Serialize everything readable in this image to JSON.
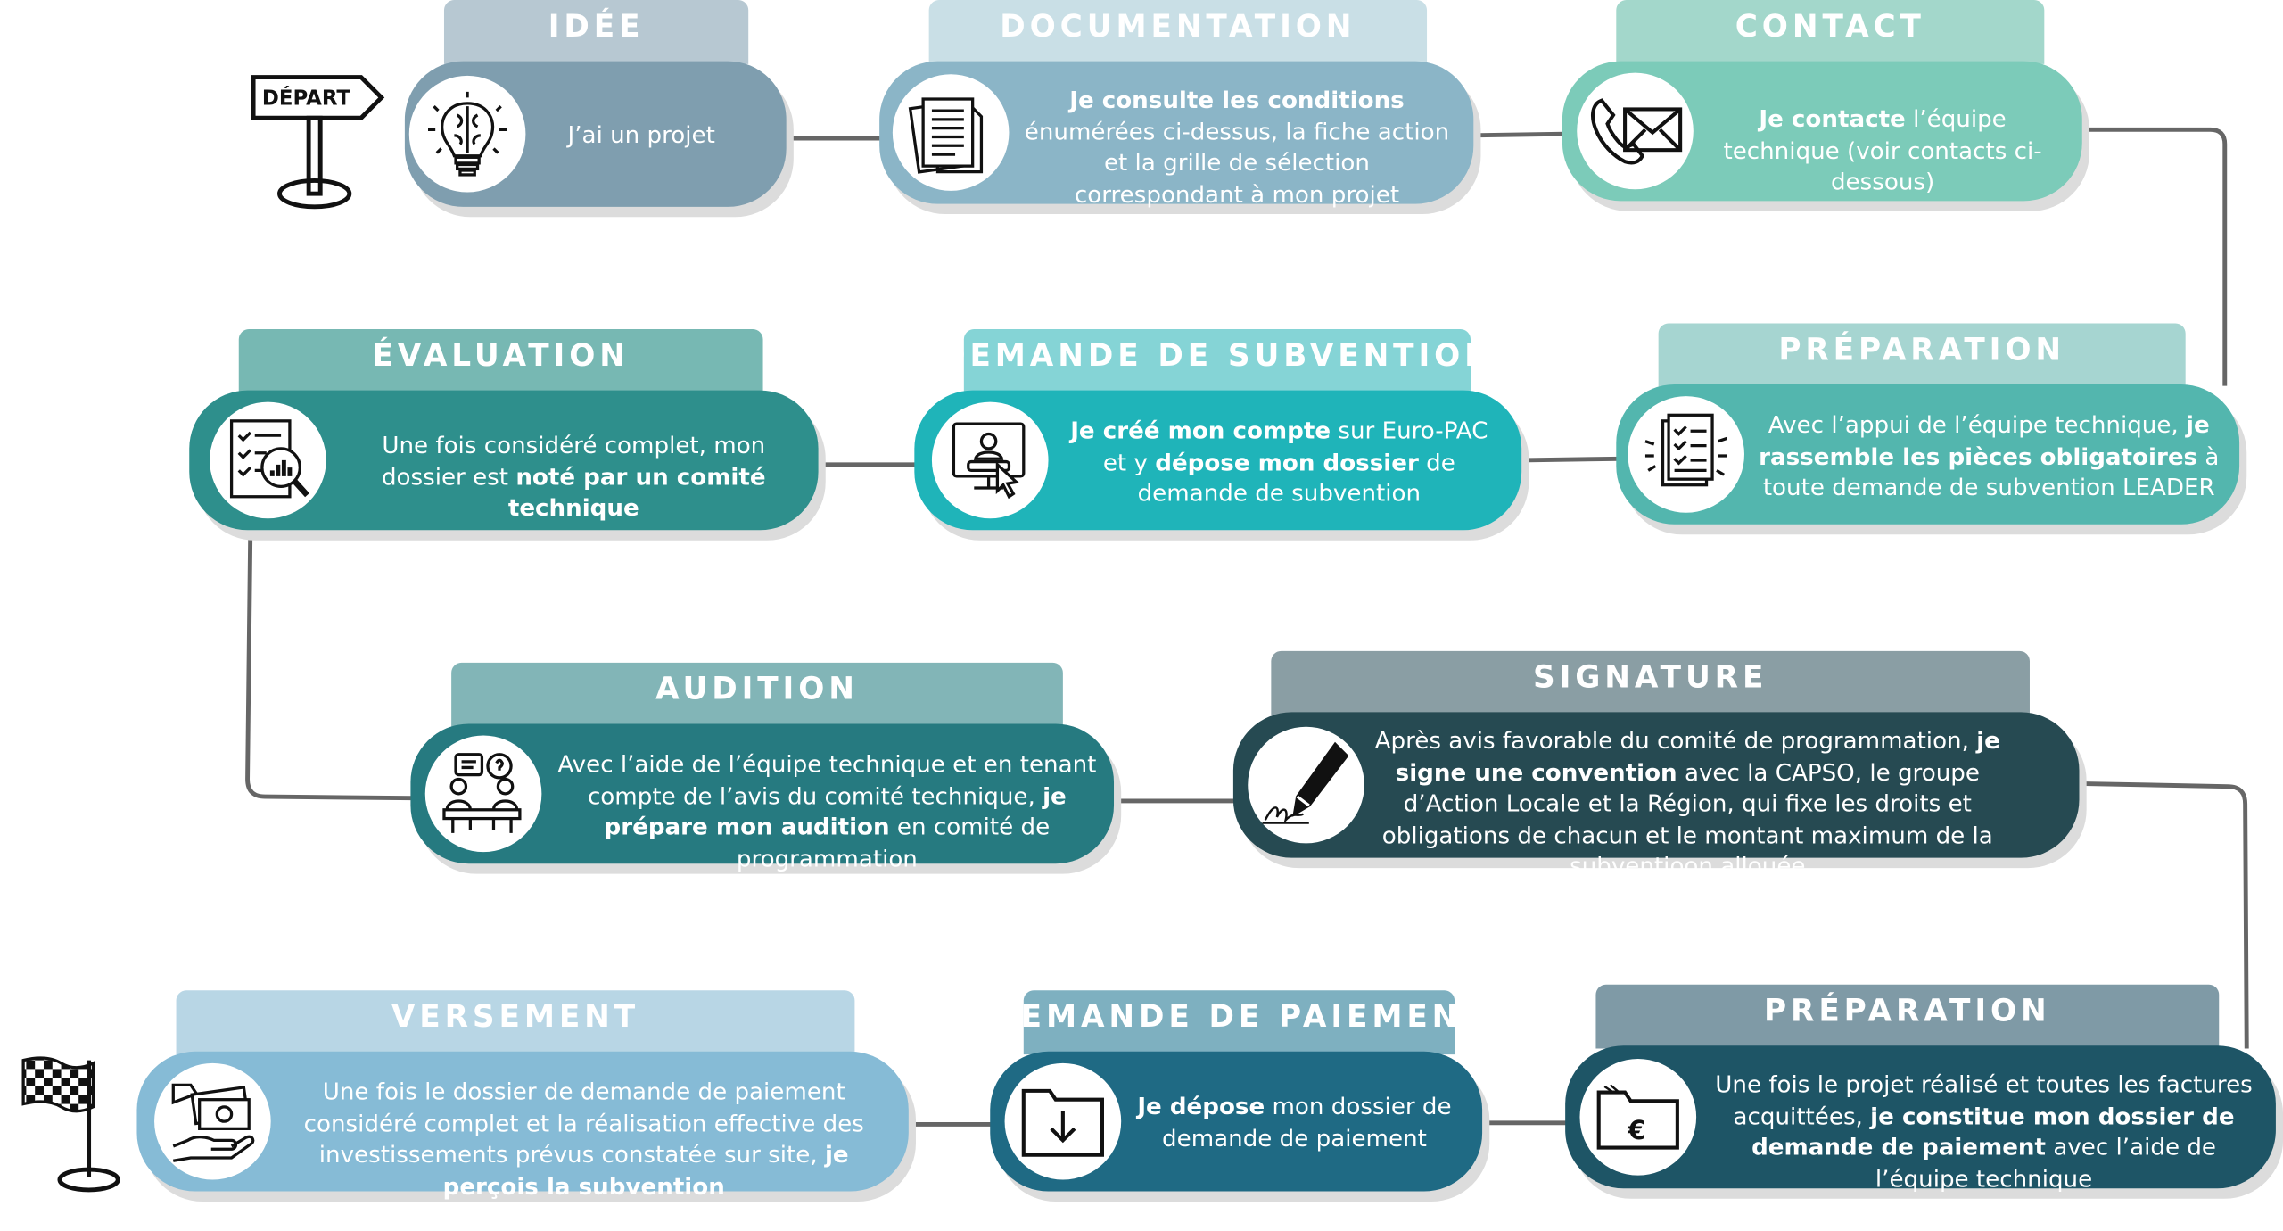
{
  "steps": {
    "idee": {
      "title": "IDÉE",
      "text": "J’ai un projet"
    },
    "documentation": {
      "title": "DOCUMENTATION",
      "bold": "Je consulte les conditions",
      "rest": " énumérées ci-dessus, la fiche action et la grille de sélection correspondant à mon projet"
    },
    "contact": {
      "title": "CONTACT",
      "bold": "Je contacte",
      "rest": " l’équipe technique (voir contacts ci-dessous)"
    },
    "preparation1": {
      "title": "PRÉPARATION",
      "pre": "Avec l’appui de l’équipe technique, ",
      "bold": "je rassemble les pièces obligatoires",
      "rest": " à toute demande de subvention LEADER"
    },
    "demande_subvention": {
      "title": "DEMANDE DE SUBVENTION",
      "bold1": "Je créé mon compte",
      "mid": " sur Euro-PAC et y ",
      "bold2": "dépose mon dossier",
      "rest": " de demande de subvention"
    },
    "evaluation": {
      "title": "ÉVALUATION",
      "pre": "Une fois considéré complet, mon dossier est ",
      "bold": "noté par un comité technique"
    },
    "audition": {
      "title": "AUDITION",
      "pre": "Avec l’aide de l’équipe technique et en tenant compte de l’avis du comité technique, ",
      "bold": "je prépare mon audition",
      "rest": " en comité de programmation"
    },
    "signature": {
      "title": "SIGNATURE",
      "pre": "Après avis favorable du comité de programmation, ",
      "bold": "je signe une convention",
      "rest": " avec la CAPSO, le groupe d’Action Locale et la Région, qui fixe les droits et obligations de chacun et le montant maximum de la subventioon allouée"
    },
    "preparation2": {
      "title": "PRÉPARATION",
      "pre": "Une fois le projet réalisé et toutes les factures acquittées, ",
      "bold": "je constitue mon dossier de demande de paiement",
      "rest": " avec l’aide de l’équipe technique"
    },
    "demande_paiement": {
      "title": "DEMANDE DE PAIEMENT",
      "bold": "Je dépose",
      "rest": " mon dossier de demande de paiement"
    },
    "versement": {
      "title": "VERSEMENT",
      "pre": "Une fois le dossier de demande de paiement considéré complet et la réalisation effective des investissements prévus constatée sur site, ",
      "bold": "je perçois la subvention"
    }
  },
  "start_sign": {
    "label": "DÉPART"
  },
  "colors": {
    "idee_tab": "#b7c8d2",
    "idee_card": "#7f9eaf",
    "doc_tab": "#c9dfe6",
    "doc_card": "#8bb5c7",
    "contact_tab": "#a3d7cb",
    "contact_card": "#7ccbb9",
    "prep1_tab": "#a6d5d1",
    "prep1_card": "#53b6ae",
    "subv_tab": "#85d4d6",
    "subv_card": "#1fb4b9",
    "eval_tab": "#77b8b3",
    "eval_card": "#2e8f8c",
    "aud_tab": "#82b5b7",
    "aud_card": "#267a80",
    "sig_tab": "#8a9ea4",
    "sig_card": "#264a52",
    "prep2_tab": "#7f9aa6",
    "prep2_card": "#1e5566",
    "paie_tab": "#7eb0c0",
    "paie_card": "#1f6a84",
    "vers_tab": "#b8d6e5",
    "vers_card": "#86bbd6"
  },
  "icons": [
    "lightbulb-brain-icon",
    "documents-icon",
    "phone-envelope-icon",
    "checklist-icon",
    "computer-user-icon",
    "analysis-magnifier-icon",
    "meeting-icon",
    "pen-signature-icon",
    "euro-folder-icon",
    "folder-download-icon",
    "money-hand-icon",
    "signpost-icon",
    "checkered-flag-icon"
  ]
}
